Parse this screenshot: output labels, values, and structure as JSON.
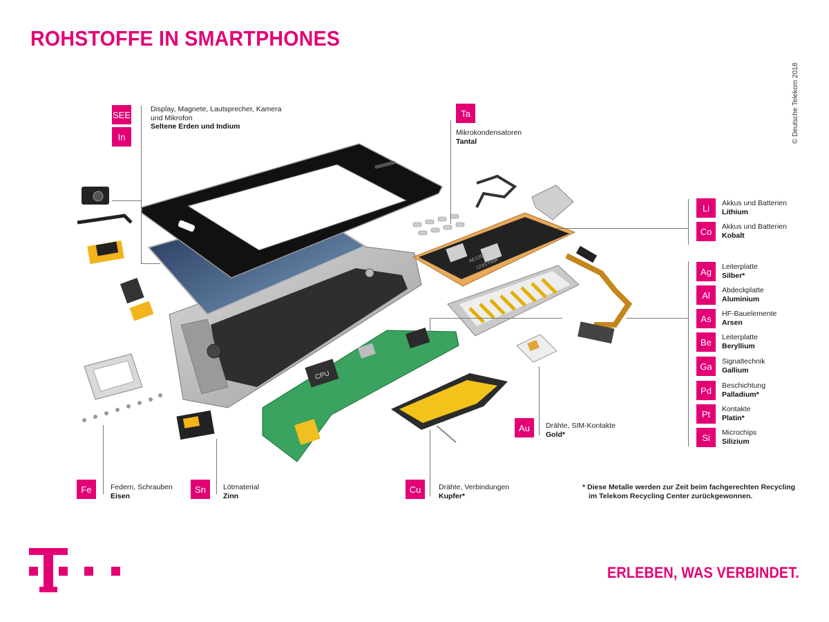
{
  "header": {
    "title": "ROHSTOFFE IN SMARTPHONES",
    "copyright": "© Deutsche Telekom 2018"
  },
  "colors": {
    "brand": "#e20074"
  },
  "elements": {
    "see": {
      "symbol": "SEE"
    },
    "in": {
      "symbol": "In",
      "usage": "Display, Magnete, Lautsprecher, Kamera",
      "usage2": "und Mikrofon",
      "name": "Seltene Erden und Indium"
    },
    "ta": {
      "symbol": "Ta",
      "usage": "Mikrokondensatoren",
      "name": "Tantal"
    },
    "li": {
      "symbol": "Li",
      "usage": "Akkus und Batterien",
      "name": "Lithium"
    },
    "co": {
      "symbol": "Co",
      "usage": "Akkus und Batterien",
      "name": "Kobalt"
    },
    "ag": {
      "symbol": "Ag",
      "usage": "Leiterplatte",
      "name": "Silber*"
    },
    "al": {
      "symbol": "Al",
      "usage": "Abdeckplatte",
      "name": "Aluminium"
    },
    "as": {
      "symbol": "As",
      "usage": "HF-Bauelemente",
      "name": "Arsen"
    },
    "be": {
      "symbol": "Be",
      "usage": "Leiterplatte",
      "name": "Beryllium"
    },
    "ga": {
      "symbol": "Ga",
      "usage": "Signaltechnik",
      "name": "Gallium"
    },
    "pd": {
      "symbol": "Pd",
      "usage": "Beschichtung",
      "name": "Palladium*"
    },
    "pt": {
      "symbol": "Pt",
      "usage": "Kontakte",
      "name": "Platin*"
    },
    "si": {
      "symbol": "Si",
      "usage": "Microchips",
      "name": "Silizium"
    },
    "au": {
      "symbol": "Au",
      "usage": "Drähte, SIM-Kontakte",
      "name": "Gold*"
    },
    "fe": {
      "symbol": "Fe",
      "usage": "Federn, Schrauben",
      "name": "Eisen"
    },
    "sn": {
      "symbol": "Sn",
      "usage": "Lötmaterial",
      "name": "Zinn"
    },
    "cu": {
      "symbol": "Cu",
      "usage": "Drähte, Verbindungen",
      "name": "Kupfer*"
    }
  },
  "components": {
    "cpu_label": "CPU",
    "battery_code1": "AE1357",
    "battery_code2": "123GY68A"
  },
  "footnote": {
    "line1": "* Diese Metalle werden zur Zeit beim fachgerechten Recycling",
    "line2": "im Telekom Recycling Center zurückgewonnen."
  },
  "footer": {
    "logo_letter": "T",
    "slogan": "ERLEBEN, WAS VERBINDET."
  }
}
